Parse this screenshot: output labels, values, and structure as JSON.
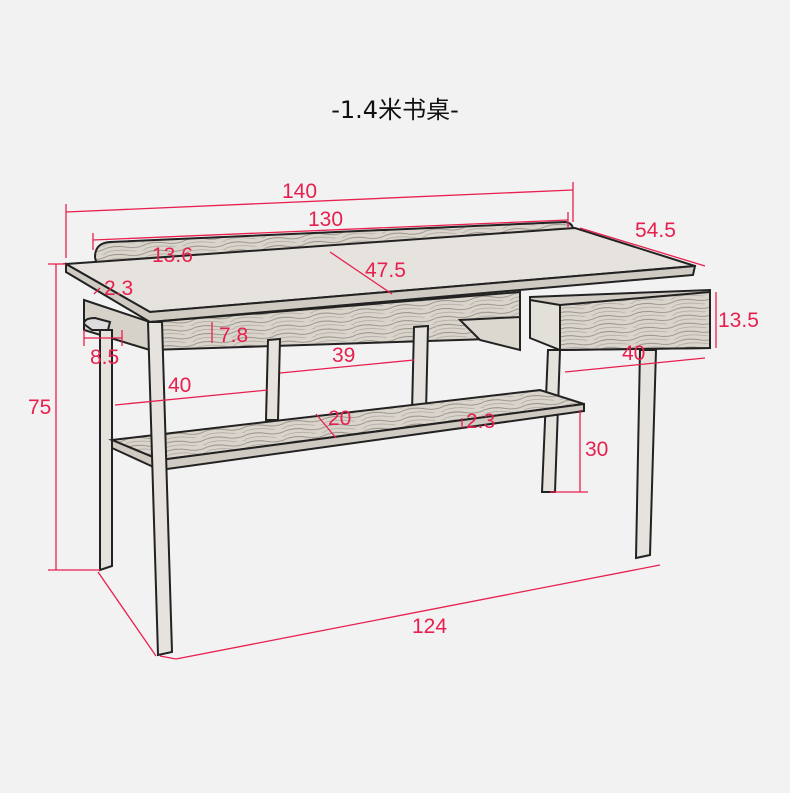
{
  "title": "-1.4米书桌-",
  "colors": {
    "dimension": "#e8204f",
    "outline": "#222222",
    "background": "#f2f2f2"
  },
  "dimensions": {
    "width_total": "140",
    "width_inner": "130",
    "depth": "54.5",
    "backboard_height": "13.6",
    "diagonal_depth": "47.5",
    "top_thickness": "2.3",
    "apron_height": "7.8",
    "leg_overhang": "8.5",
    "drawer_height": "13.5",
    "drawer_width": "40",
    "opening_width": "39",
    "shelf_depth": "40",
    "height_total": "75",
    "shelf_gap": "20",
    "shelf_thickness": "2.3",
    "shelf_height": "30",
    "base_length": "124"
  }
}
